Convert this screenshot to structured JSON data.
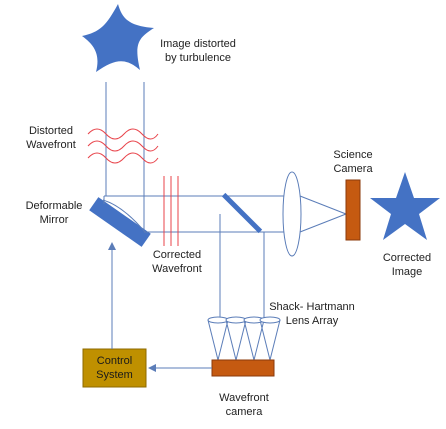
{
  "labels": {
    "image_distorted": "Image distorted\nby turbulence",
    "distorted_wavefront": "Distorted\nWavefront",
    "deformable_mirror": "Deformable\nMirror",
    "corrected_wavefront": "Corrected\nWavefront",
    "science_camera": "Science\nCamera",
    "corrected_image": "Corrected\nImage",
    "shack_hartmann": "Shack- Hartmann\nLens Array",
    "control_system": "Control\nSystem",
    "wavefront_camera": "Wavefront\ncamera"
  },
  "colors": {
    "star": "#4472C4",
    "beam": "#5B7DB8",
    "wave_red": "#E8434A",
    "camera_orange": "#C55A11",
    "control_box": "#BF9000",
    "mirror": "#4472C4",
    "arrow": "#5B7DB8",
    "text": "#222222"
  }
}
